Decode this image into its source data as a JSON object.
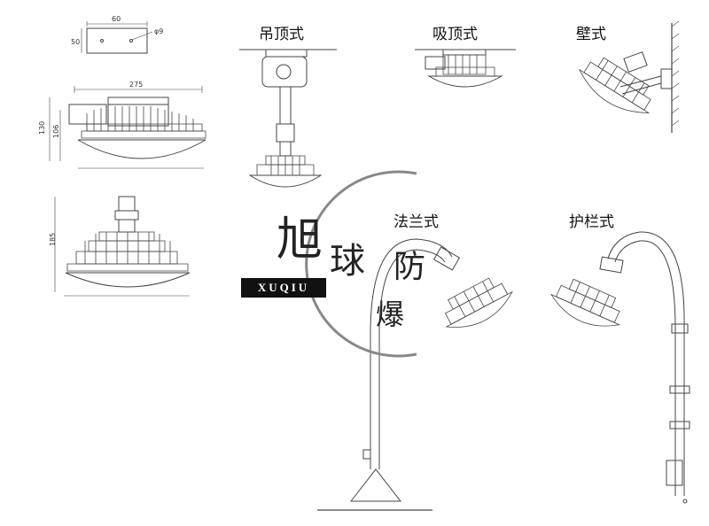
{
  "labels": {
    "pendant": "吊顶式",
    "ceiling": "吸顶式",
    "wall": "壁式",
    "flange": "法兰式",
    "guardrail": "护栏式"
  },
  "dimensions": {
    "top_view_width": "60",
    "top_view_height": "50",
    "hole": "φ9",
    "side_width": "275",
    "side_total_height": "130",
    "side_body_height": "106",
    "bottom_height": "185"
  },
  "watermark": {
    "char_1": "旭",
    "char_2": "球",
    "char_3": "防",
    "char_4": "爆",
    "latin": "XUQIU"
  },
  "colors": {
    "line": "#444444",
    "text": "#111111"
  }
}
